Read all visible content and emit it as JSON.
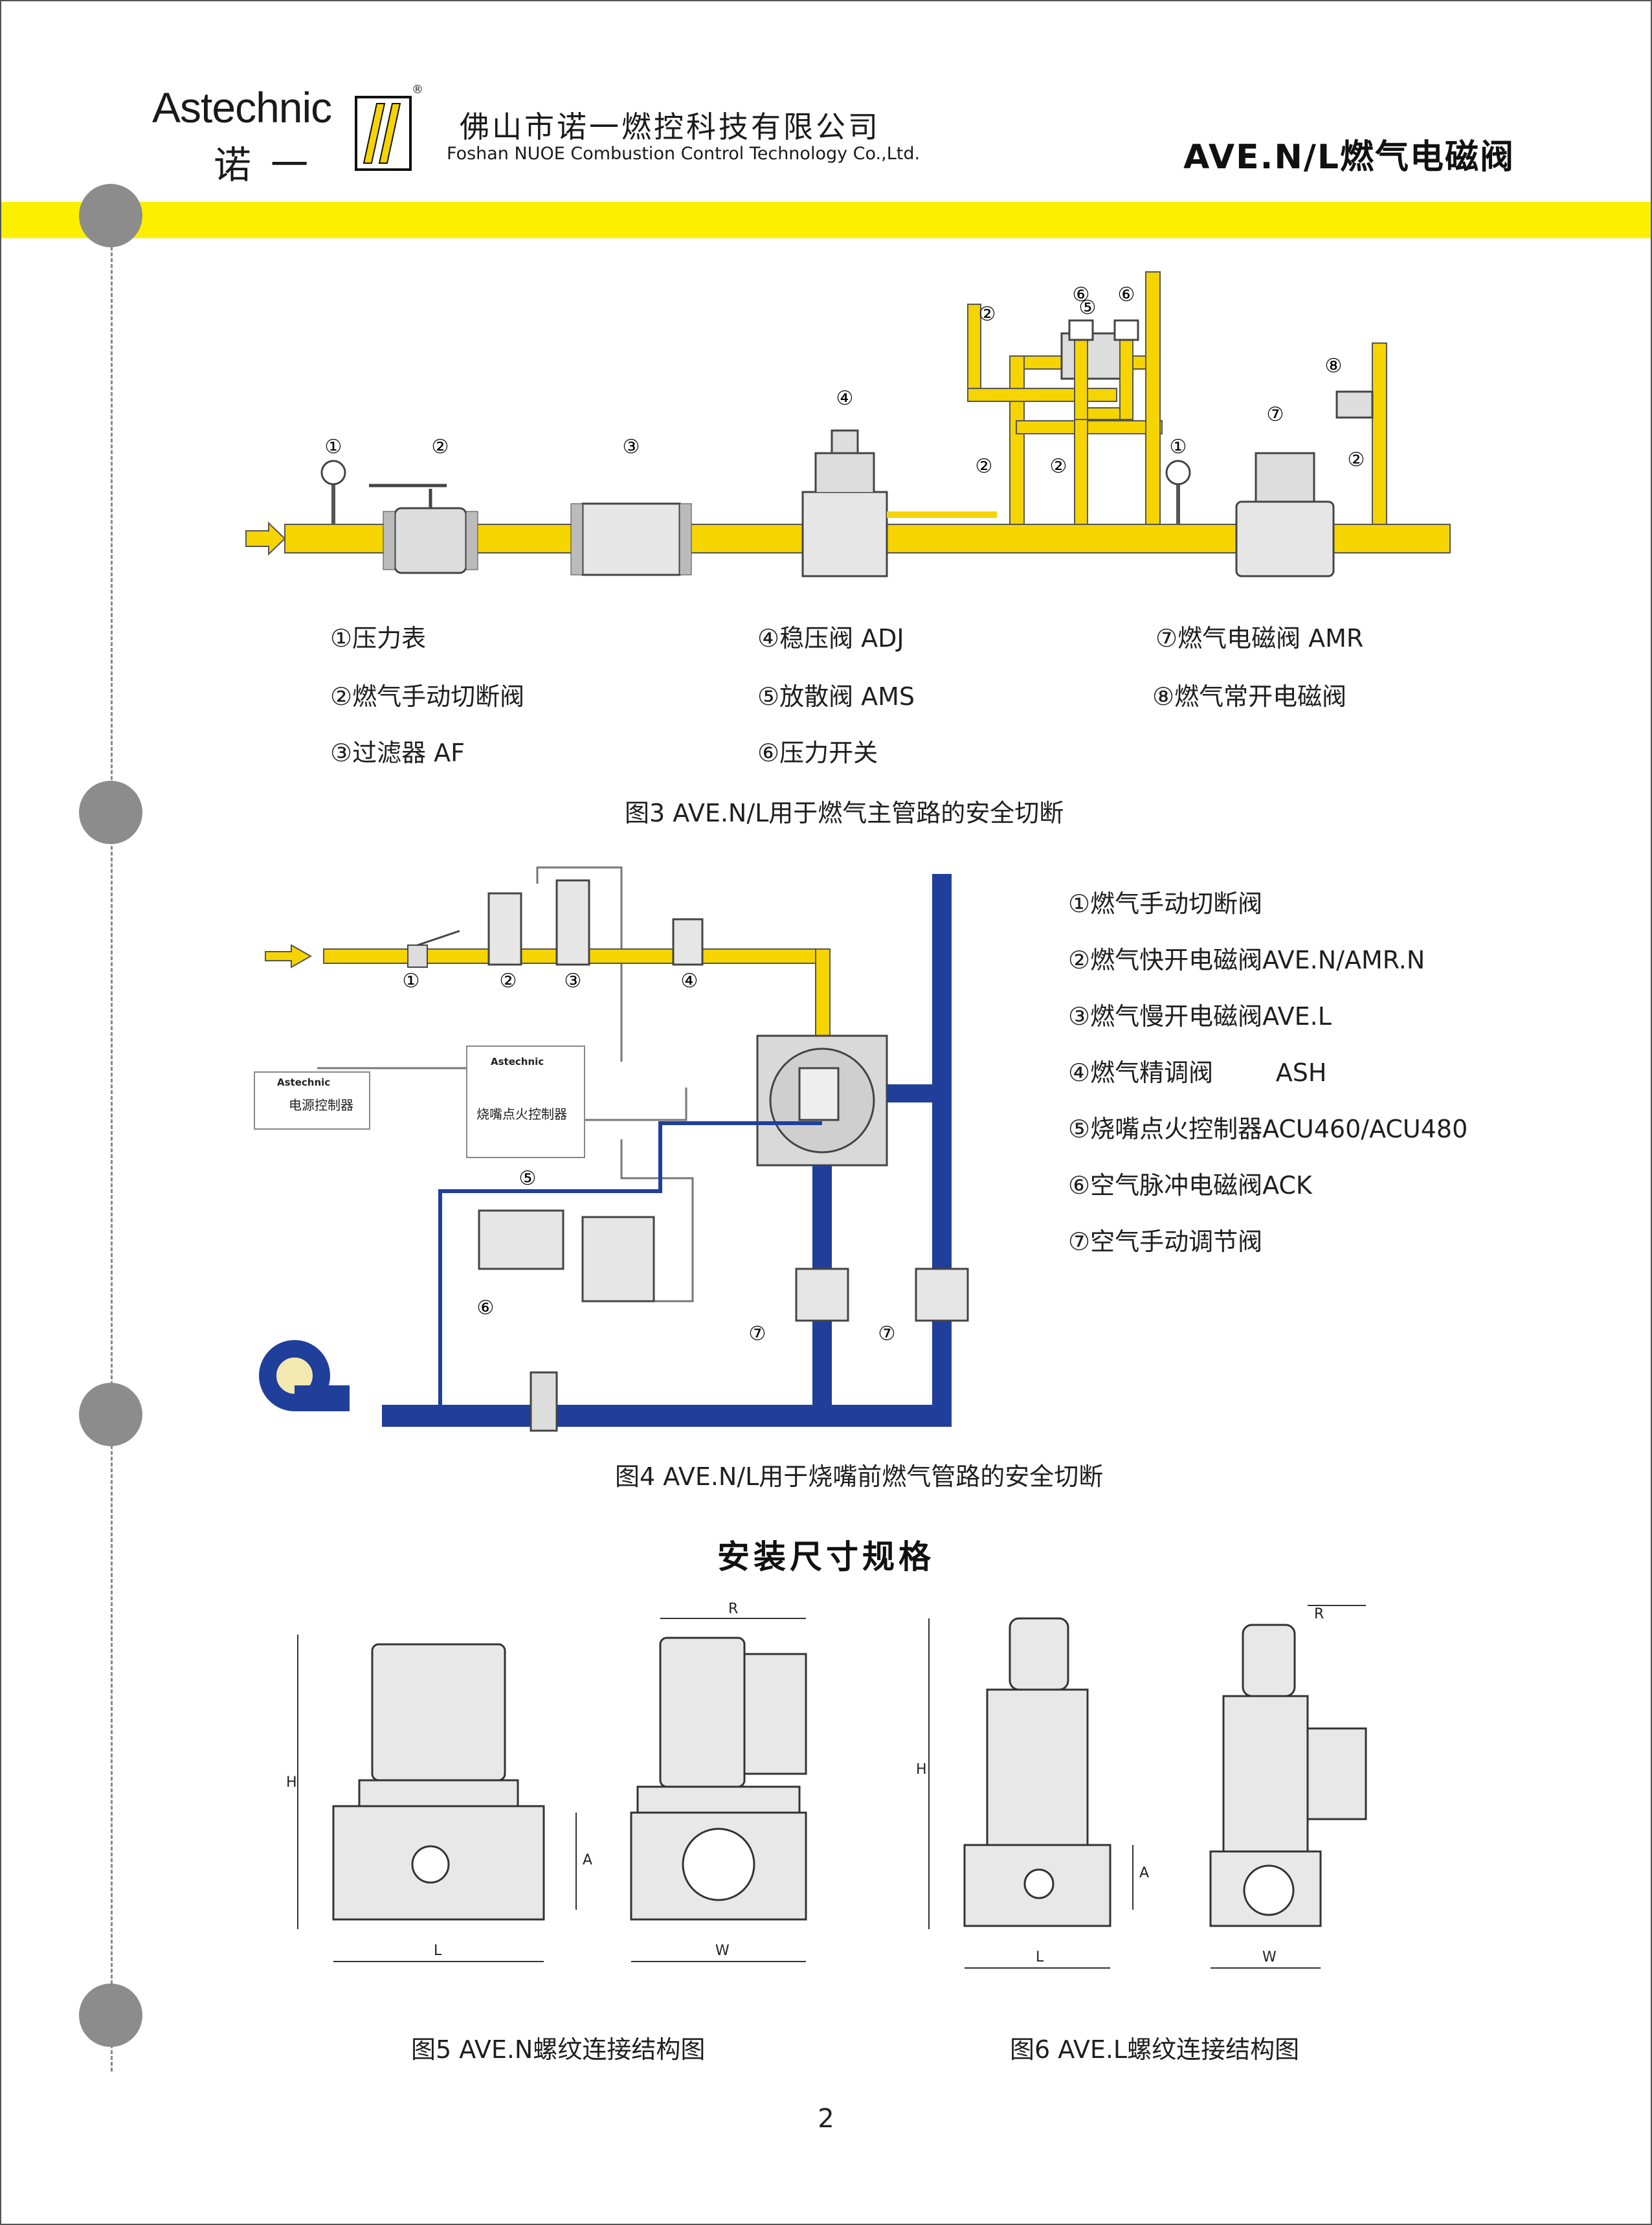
{
  "header": {
    "brand_en": "Astechnic",
    "brand_cn": "诺一",
    "registered_mark": "®",
    "company_cn": "佛山市诺一燃控科技有限公司",
    "company_en": "Foshan NUOE Combustion Control Technology Co.,Ltd.",
    "product_title": "AVE.N/L燃气电磁阀"
  },
  "fig3": {
    "legend_col1": [
      "①压力表",
      "②燃气手动切断阀",
      "③过滤器 AF"
    ],
    "legend_col2": [
      "④稳压阀 ADJ",
      "⑤放散阀 AMS",
      "⑥压力开关"
    ],
    "legend_col3": [
      "⑦燃气电磁阀 AMR",
      "⑧燃气常开电磁阀"
    ],
    "caption": "图3  AVE.N/L用于燃气主管路的安全切断",
    "markers": [
      "①",
      "②",
      "③",
      "④",
      "⑤",
      "⑥",
      "⑦",
      "⑧"
    ]
  },
  "fig4": {
    "legend": [
      "①燃气手动切断阀",
      "②燃气快开电磁阀AVE.N/AMR.N",
      "③燃气慢开电磁阀AVE.L",
      "④燃气精调阀        ASH",
      "⑤烧嘴点火控制器ACU460/ACU480",
      "⑥空气脉冲电磁阀ACK",
      "⑦空气手动调节阀"
    ],
    "power_box_brand": "Astechnic",
    "power_box_label": "电源控制器",
    "ignition_box_brand": "Astechnic",
    "ignition_box_label": "烧嘴点火控制器",
    "caption": "图4  AVE.N/L用于烧嘴前燃气管路的安全切断"
  },
  "install": {
    "title": "安装尺寸规格",
    "dim_labels": {
      "H": "H",
      "L": "L",
      "R": "R",
      "W": "W",
      "A": "A"
    },
    "fig5_caption": "图5  AVE.N螺纹连接结构图",
    "fig6_caption": "图6  AVE.L螺纹连接结构图"
  },
  "page_number": "2",
  "colors": {
    "accent_yellow": "#fcf000",
    "pipe_yellow": "#f5d400",
    "pipe_blue": "#1f3f9a",
    "binder_gray": "#8c8c8c"
  }
}
